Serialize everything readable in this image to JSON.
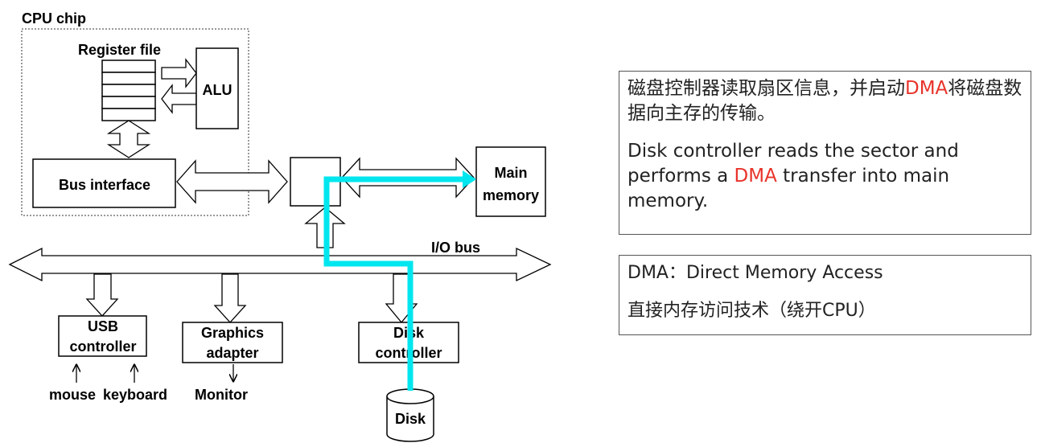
{
  "diagram": {
    "cpu_chip_label": "CPU chip",
    "register_file_label": "Register file",
    "alu_label": "ALU",
    "bus_interface_label": "Bus interface",
    "main_memory_label": [
      "Main",
      "memory"
    ],
    "io_bus_label": "I/O bus",
    "usb_controller_label": [
      "USB",
      "controller"
    ],
    "graphics_adapter_label": [
      "Graphics",
      "adapter"
    ],
    "disk_controller_label": [
      "Disk",
      "controller"
    ],
    "mouse_label": "mouse",
    "keyboard_label": "keyboard",
    "monitor_label": "Monitor",
    "disk_label": "Disk",
    "dma_path_color": "#00e6ee"
  },
  "info_box": {
    "cn_text_before": "磁盘控制器读取扇区信息，并启动",
    "cn_highlight": "DMA",
    "cn_text_after": "将磁盘数据向主存的传输。",
    "en_text_before": "Disk controller reads the sector and performs a ",
    "en_highlight": "DMA",
    "en_text_after": " transfer into main memory.",
    "highlight_color": "#e8332a"
  },
  "definition_box": {
    "line1": "DMA：Direct Memory Access",
    "line2": "直接内存访问技术（绕开CPU）"
  }
}
